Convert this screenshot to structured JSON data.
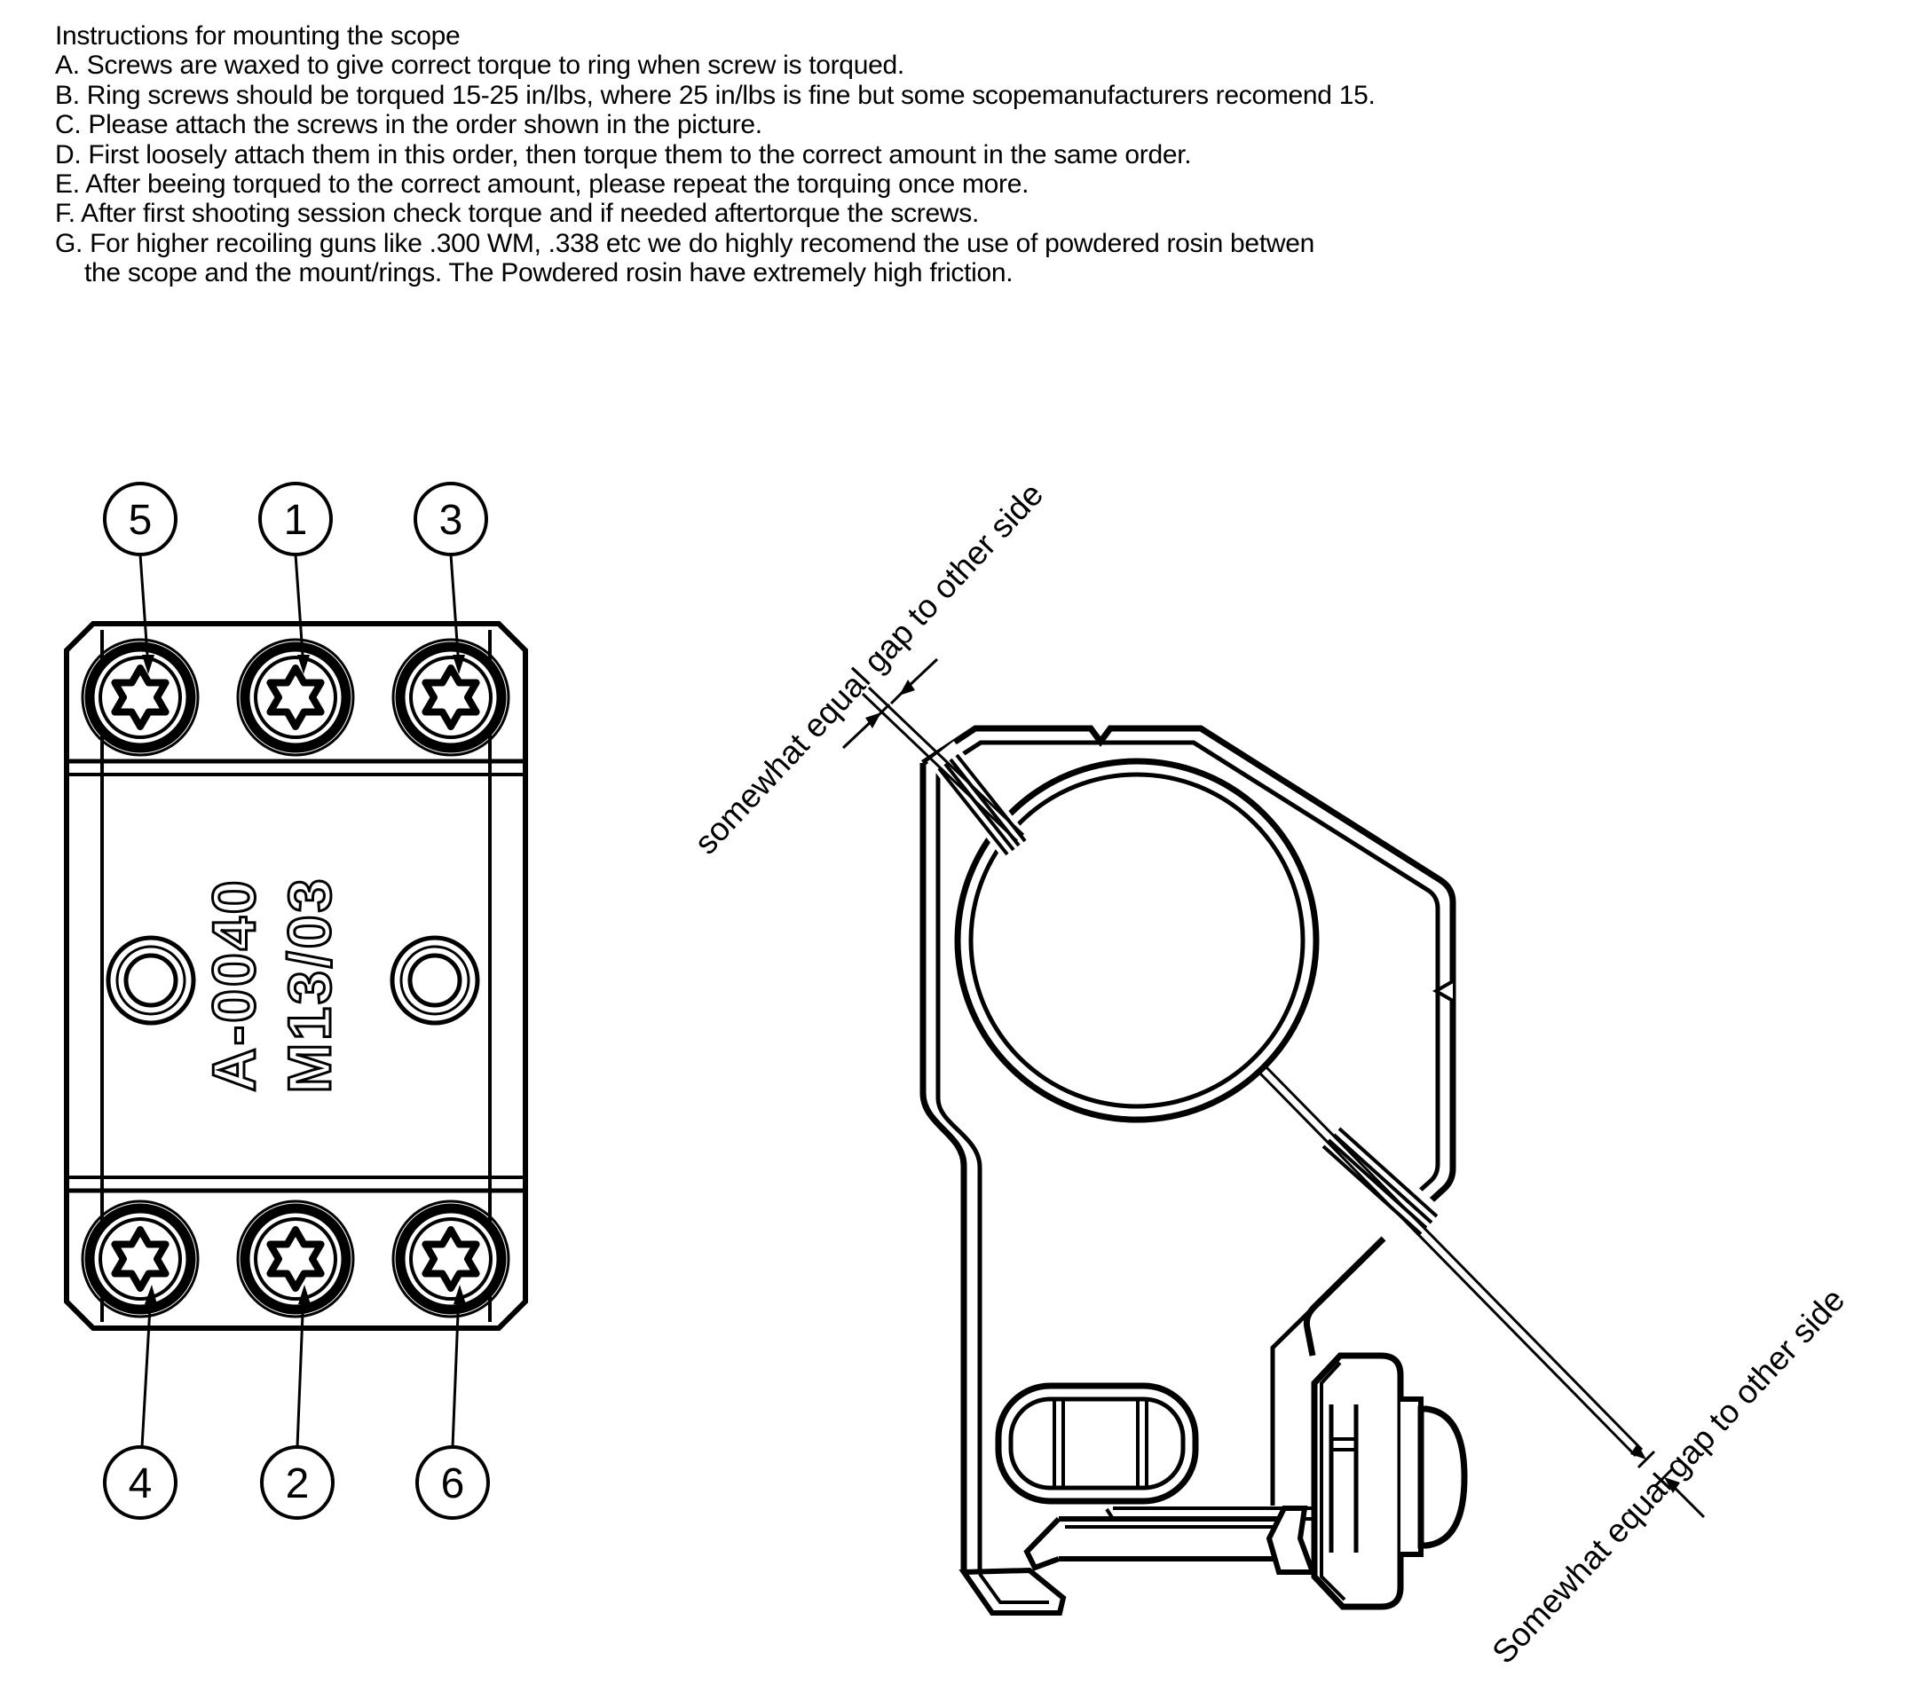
{
  "instructions": {
    "title": "Instructions for mounting the scope",
    "items": [
      "A. Screws are waxed to give correct torque to ring when screw is torqued.",
      "B. Ring screws should be torqued 15-25 in/lbs, where 25 in/lbs is fine but some scopemanufacturers recomend 15.",
      "C. Please attach the screws in the order shown in the picture.",
      "D. First loosely attach them in this order, then torque them to the correct amount in the same order.",
      "E. After beeing torqued to the correct amount, please repeat the torquing once more.",
      "F. After first shooting session check torque and if needed aftertorque the screws.",
      "G. For higher recoiling guns like .300 WM, .338 etc we do highly recomend the use of powdered rosin betwen"
    ],
    "item_g_continuation": "the scope and the mount/rings. The Powdered rosin have extremely high friction."
  },
  "top_view": {
    "part_numbers": [
      "A-0040",
      "M13/03"
    ],
    "screw_order_top": [
      "5",
      "1",
      "3"
    ],
    "screw_order_bottom": [
      "4",
      "2",
      "6"
    ]
  },
  "side_view": {
    "gap_note_top": "somewhat equal gap to other side",
    "gap_note_bottom": "Somewhat equal gap to other side"
  },
  "colors": {
    "line": "#000000",
    "background": "#ffffff"
  }
}
